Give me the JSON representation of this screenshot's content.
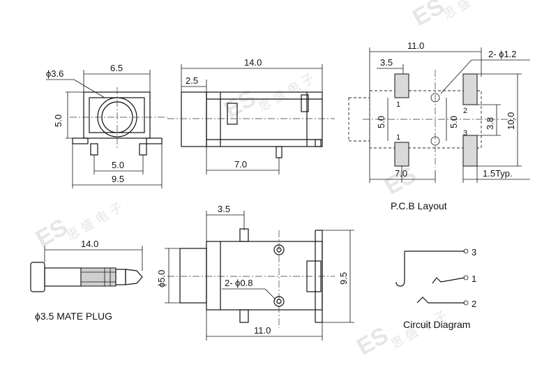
{
  "watermark": {
    "logo_text": "ES",
    "chinese_text": "思 盛 电 子"
  },
  "front_view": {
    "dim_diameter": "ϕ3.6",
    "dim_top_width": "6.5",
    "dim_height": "5.0",
    "dim_pin_spacing": "5.0",
    "dim_total_width": "9.5"
  },
  "side_view": {
    "dim_length": "14.0",
    "dim_front": "2.5",
    "dim_bottom": "7.0"
  },
  "pcb_layout": {
    "dim_width": "11.0",
    "dim_hole_spec": "2- ϕ1.2",
    "dim_top_offset": "3.5",
    "dim_left_height": "5.0",
    "dim_center_height": "5.0",
    "dim_pad_spacing": "3.8",
    "dim_right_height": "10.0",
    "dim_bottom_left": "7.0",
    "dim_typ": "1.5Typ.",
    "pad_labels": [
      "1",
      "1",
      "2",
      "3"
    ],
    "caption": "P.C.B Layout"
  },
  "top_view": {
    "dim_offset": "3.5",
    "dim_diameter": "ϕ5.0",
    "dim_hole_spec": "2- ϕ0.8",
    "dim_height": "9.5",
    "dim_length": "11.0"
  },
  "plug": {
    "dim_length": "14.0",
    "caption": "ϕ3.5 MATE PLUG"
  },
  "circuit": {
    "pin_labels": [
      "3",
      "1",
      "2"
    ],
    "caption": "Circuit Diagram"
  }
}
